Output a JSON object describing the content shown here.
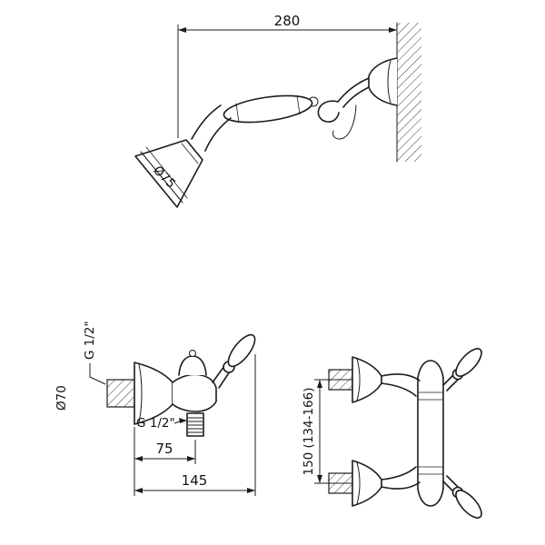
{
  "top_figure": {
    "wall_to_head": "280",
    "head_diameter": "Ø75"
  },
  "front_view": {
    "inlet_thread": "G 1/2\"",
    "flange_diameter": "Ø70",
    "outlet_thread": "G 1/2\"",
    "outlet_offset": "75",
    "overall_depth": "145"
  },
  "side_view": {
    "inlet_distance": "150 (134-166)"
  },
  "colors": {
    "line": "#1c1c1c",
    "background": "#ffffff"
  }
}
